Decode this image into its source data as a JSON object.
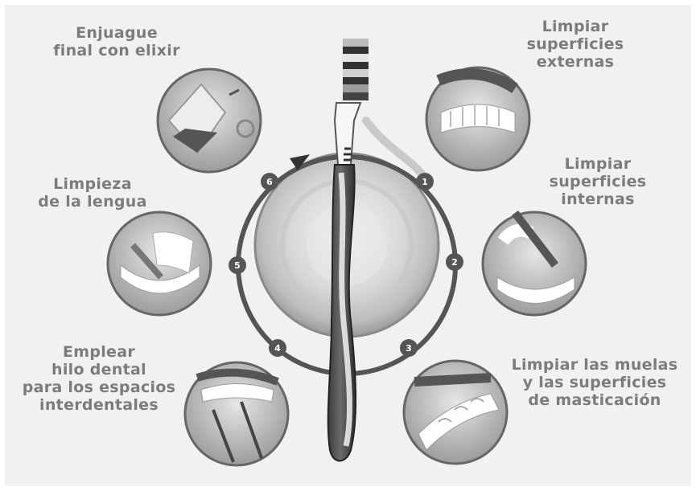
{
  "steps": [
    {
      "number": "1",
      "label": "Limpiar\nsuperficies\nexternas"
    },
    {
      "number": "2",
      "label": "Limpiar\nsuperficies\ninternas"
    },
    {
      "number": "3",
      "label": "Limpiar las muelas\ny las superficies\nde masticación"
    },
    {
      "number": "4",
      "label": "Emplear\nhilo dental\npara los espacios\ninterdentales"
    },
    {
      "number": "5",
      "label": "Limpieza\nde la lengua"
    },
    {
      "number": "6",
      "label": "Enjuague\nfinal con elixir"
    }
  ]
}
